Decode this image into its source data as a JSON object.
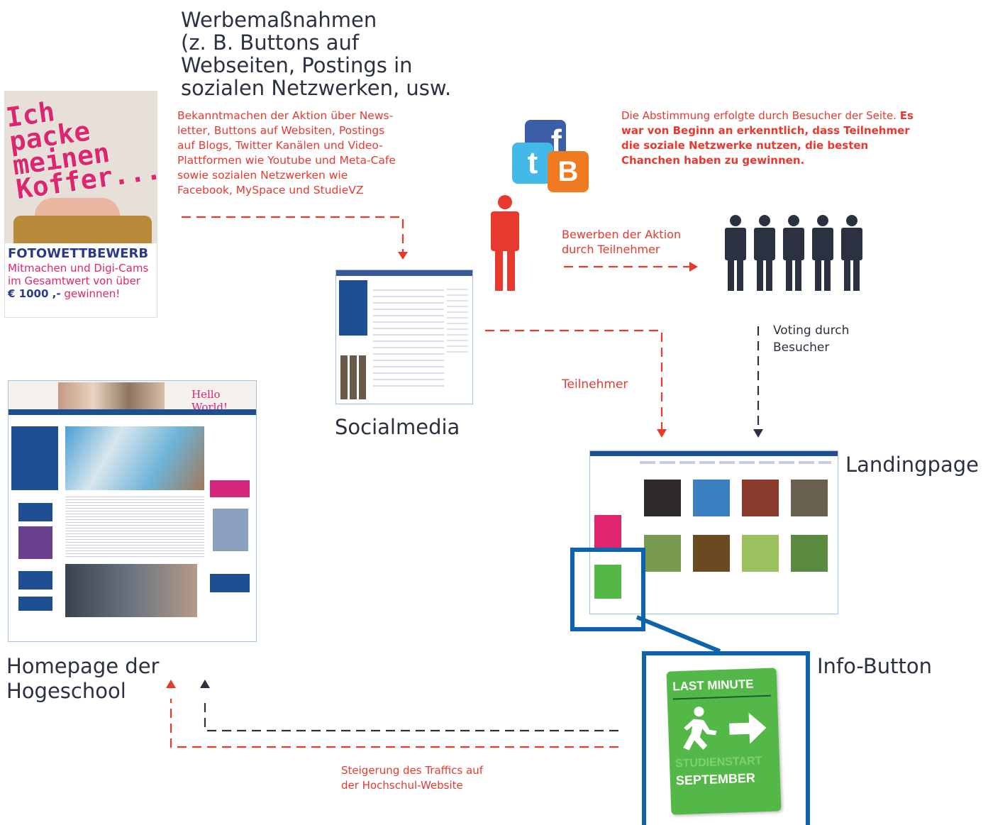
{
  "promo": {
    "title": "Werbemaßnahmen\n(z. B. Buttons auf\nWebseiten, Postings in\nsozialen Netzwerken, usw.",
    "description": "Bekanntmachen der Aktion über News-\nletter, Buttons auf Websiten, Postings\nauf Blogs, Twitter Kanälen und Video-\nPlattformen wie Youtube und Meta-Cafe\nsowie sozialen Netzwerken wie\nFacebook, MySpace und StudieVZ"
  },
  "ad": {
    "headline": "Ich packe meinen Koffer...",
    "contest": "FOTOWETTBEWERB",
    "body": "Mitmachen und Digi-Cams im Gesamtwert von über",
    "prize": "€ 1000 ,-",
    "prize_suffix": " gewinnen!"
  },
  "voting_note": {
    "intro": "Die Abstimmung erfolgte durch Besucher der Seite. ",
    "bold": "Es war von Beginn an erkenntlich, dass Teilnehmer die soziale Netzwerke nutzen, die besten Chanchen haben zu gewinnen."
  },
  "labels": {
    "promote": "Bewerben der Aktion\ndurch Teilnehmer",
    "voting": "Voting durch\nBesucher",
    "participants": "Teilnehmer",
    "socialmedia": "Socialmedia",
    "landingpage": "Landingpage",
    "homepage": "Homepage der\nHogeschool",
    "infobutton": "Info-Button",
    "traffic": "Steigerung des Traffics auf\nder Hochschul-Website"
  },
  "homepage_shot": {
    "greeting": "Hello World!"
  },
  "info_button": {
    "line1": "LAST MINUTE",
    "line2": "STUDIENSTART",
    "line3": "SEPTEMBER"
  },
  "colors": {
    "red": "#e8392f",
    "dark": "#2b3140",
    "blue": "#0d64ad",
    "green": "#54b848"
  }
}
